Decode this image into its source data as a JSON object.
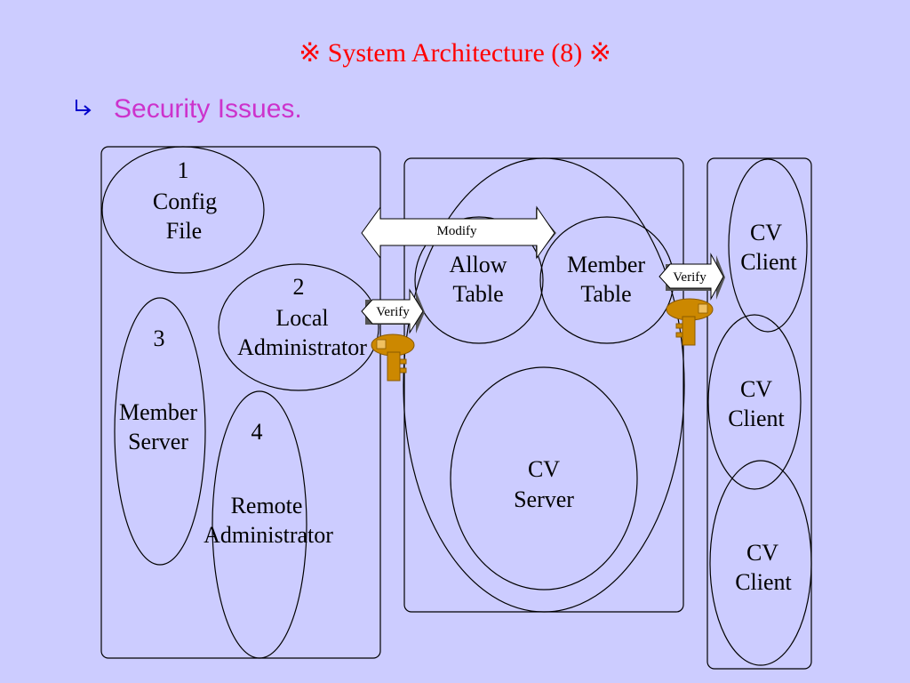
{
  "slide": {
    "title": "※ System Architecture (8) ※",
    "subtitle": "Security Issues.",
    "bullet_icon": "hook-arrow-icon"
  },
  "diagram": {
    "config_file": {
      "number": "1",
      "line1": "Config",
      "line2": "File"
    },
    "local_admin": {
      "number": "2",
      "line1": "Local",
      "line2": "Administrator"
    },
    "member_server": {
      "number": "3",
      "line1": "Member",
      "line2": "Server"
    },
    "remote_admin": {
      "number": "4",
      "line1": "Remote",
      "line2": "Administrator"
    },
    "allow_table": {
      "line1": "Allow",
      "line2": "Table"
    },
    "member_table": {
      "line1": "Member",
      "line2": "Table"
    },
    "cv_server": {
      "line1": "CV",
      "line2": "Server"
    },
    "cv_clients": [
      {
        "line1": "CV",
        "line2": "Client"
      },
      {
        "line1": "CV",
        "line2": "Client"
      },
      {
        "line1": "CV",
        "line2": "Client"
      }
    ],
    "arrows": {
      "modify": "Modify",
      "verify_left": "Verify",
      "verify_right": "Verify"
    },
    "colors": {
      "background": "#ccccff",
      "title": "#ff0000",
      "subtitle": "#cc33cc",
      "key": "#cc8800"
    }
  }
}
